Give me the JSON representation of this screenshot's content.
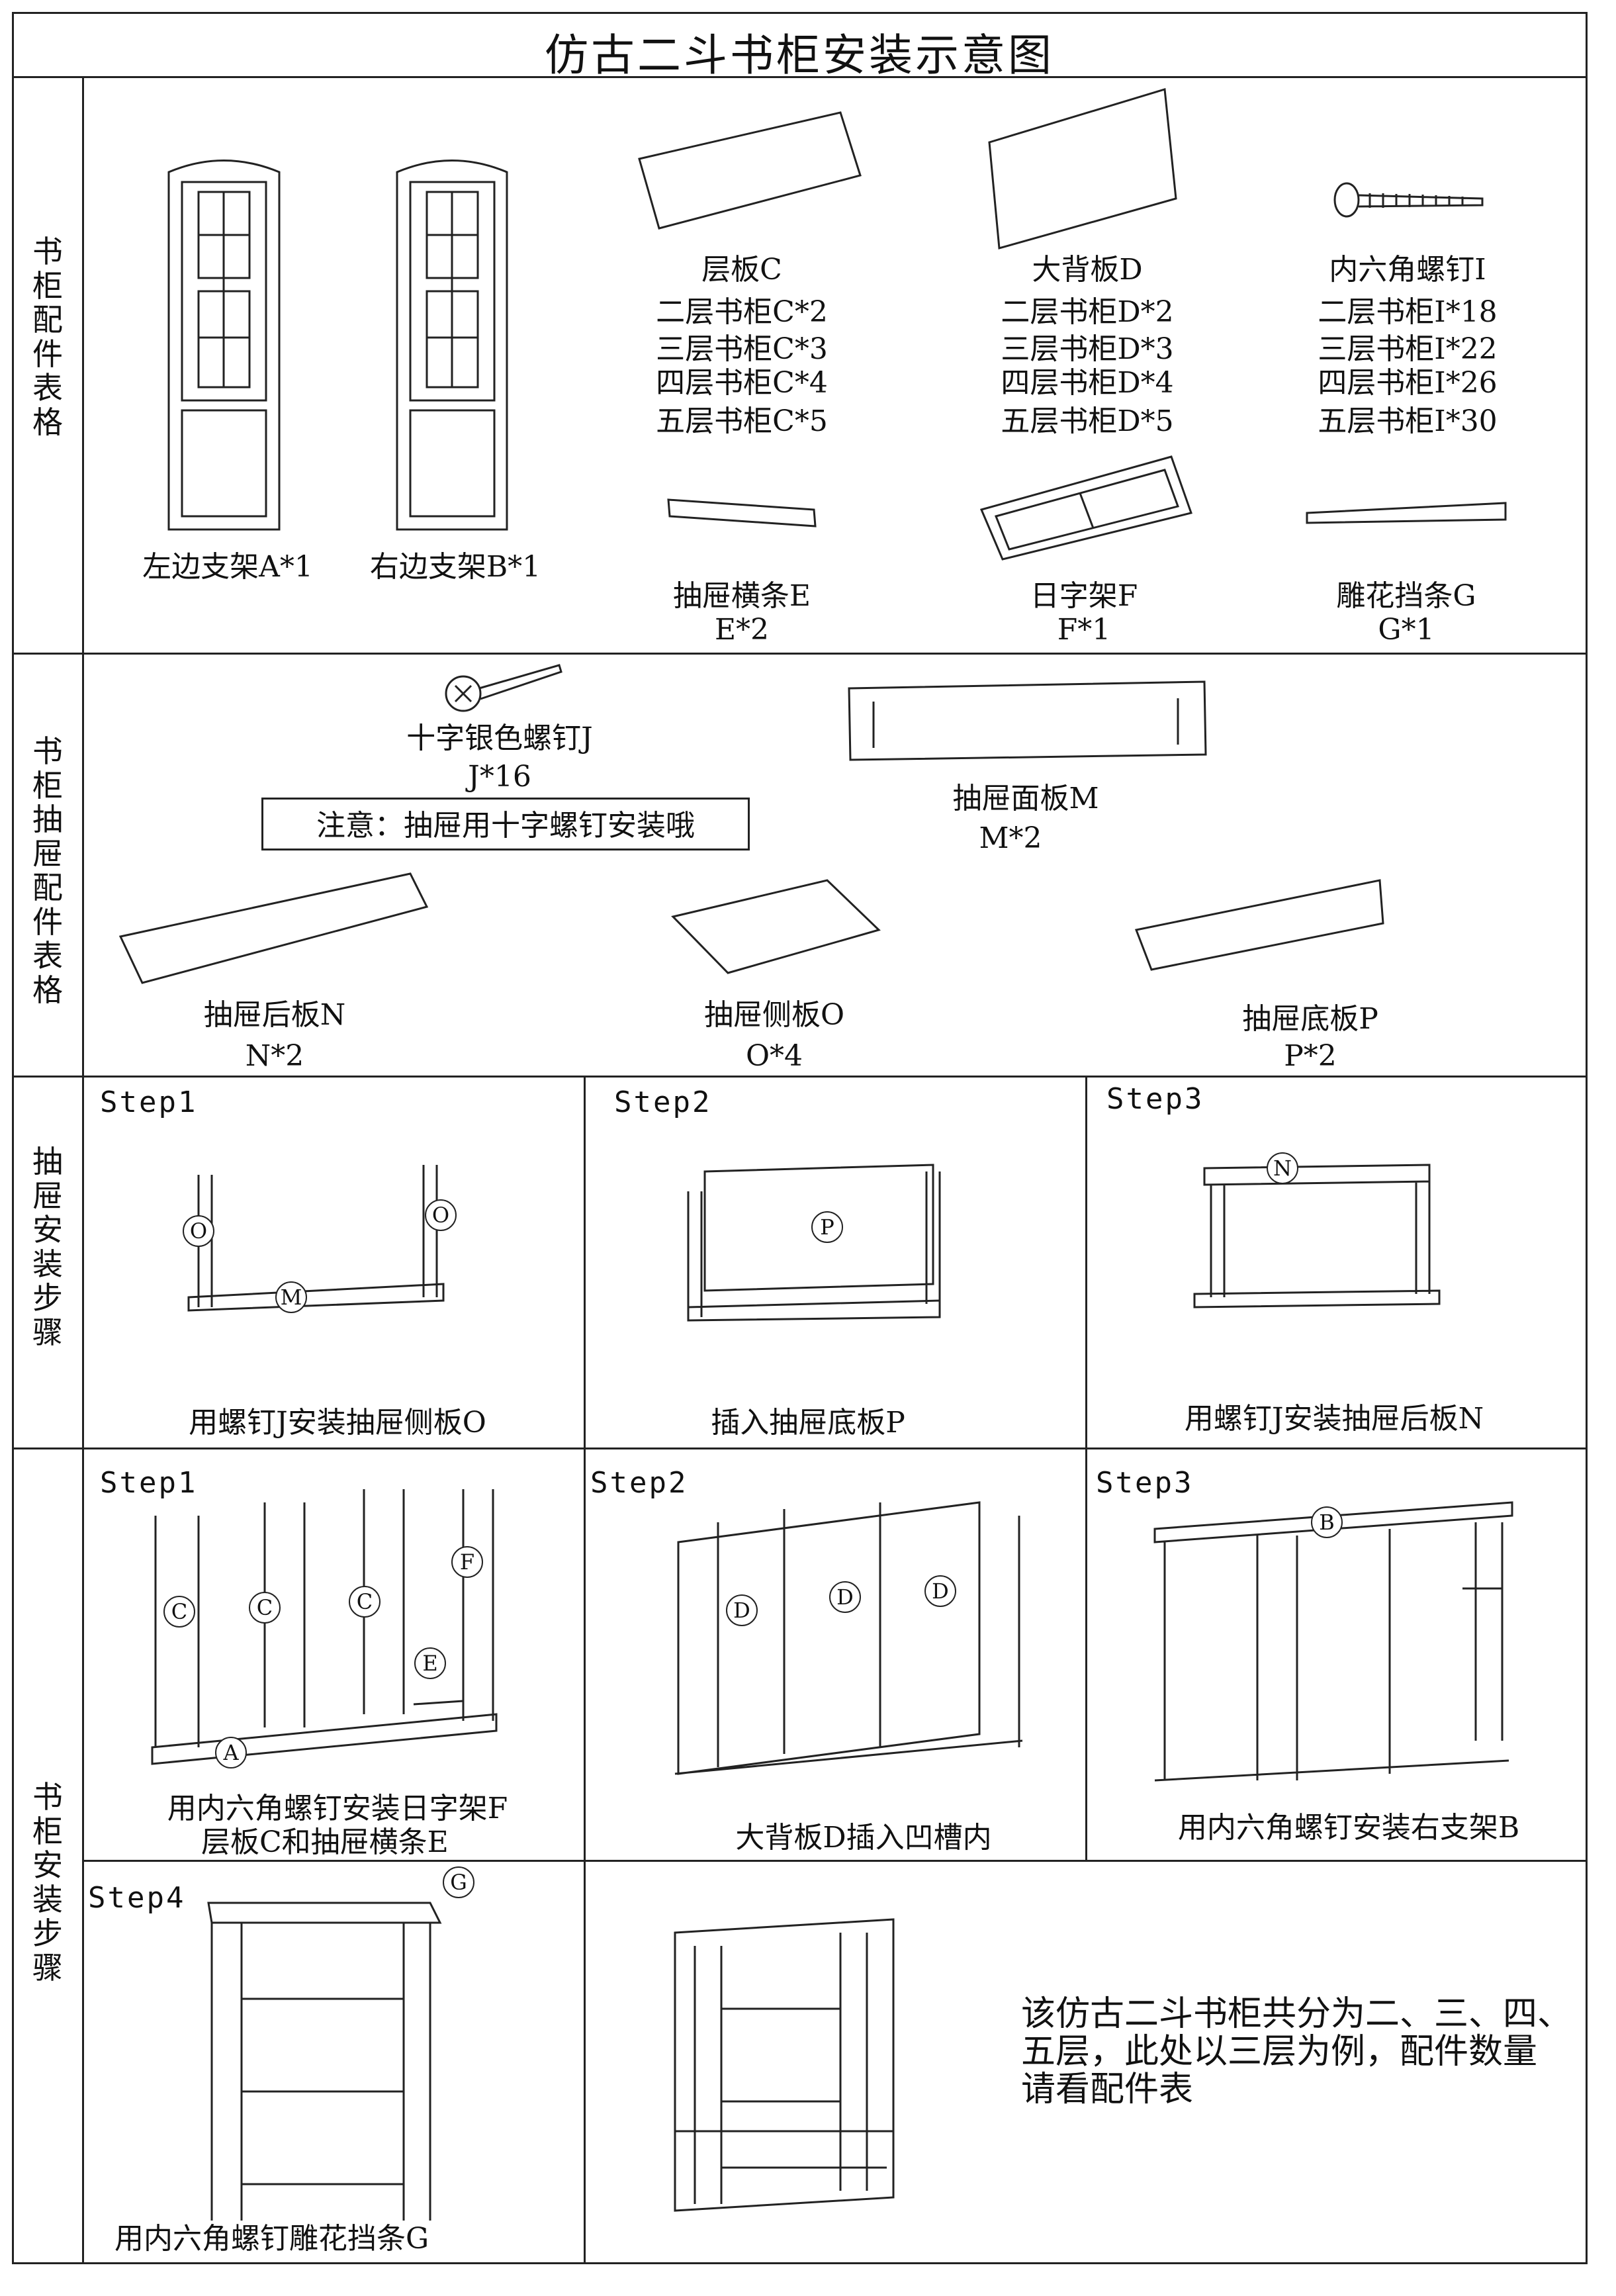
{
  "title": "仿古二斗书柜安装示意图",
  "sections": {
    "parts": "书柜配件表格",
    "drawer_parts": "书柜抽屉配件表格",
    "drawer_steps": "抽屉安装步骤",
    "cabinet_steps": "书柜安装步骤"
  },
  "parts": {
    "left_frame": "左边支架A*1",
    "right_frame": "右边支架B*1",
    "shelf": {
      "name": "层板C",
      "counts": [
        "二层书柜C*2",
        "三层书柜C*3",
        "四层书柜C*4",
        "五层书柜C*5"
      ]
    },
    "back": {
      "name": "大背板D",
      "counts": [
        "二层书柜D*2",
        "三层书柜D*3",
        "四层书柜D*4",
        "五层书柜D*5"
      ]
    },
    "hex_screw": {
      "name": "内六角螺钉I",
      "counts": [
        "二层书柜I*18",
        "三层书柜I*22",
        "四层书柜I*26",
        "五层书柜I*30"
      ]
    },
    "drawer_rail": {
      "name": "抽屉横条E",
      "qty": "E*2"
    },
    "frame_f": {
      "name": "日字架F",
      "qty": "F*1"
    },
    "carved_strip": {
      "name": "雕花挡条G",
      "qty": "G*1"
    }
  },
  "drawer_parts": {
    "cross_screw": {
      "name": "十字银色螺钉J",
      "qty": "J*16"
    },
    "note": "注意：抽屉用十字螺钉安装哦",
    "front_panel": {
      "name": "抽屉面板M",
      "qty": "M*2"
    },
    "back_panel": {
      "name": "抽屉后板N",
      "qty": "N*2"
    },
    "side_panel": {
      "name": "抽屉侧板O",
      "qty": "O*4"
    },
    "bottom_panel": {
      "name": "抽屉底板P",
      "qty": "P*2"
    }
  },
  "drawer_steps": [
    {
      "label": "Step1",
      "caption": "用螺钉J安装抽屉侧板O",
      "callouts": [
        "O",
        "O",
        "M"
      ]
    },
    {
      "label": "Step2",
      "caption": "插入抽屉底板P",
      "callouts": [
        "P"
      ]
    },
    {
      "label": "Step3",
      "caption": "用螺钉J安装抽屉后板N",
      "callouts": [
        "N"
      ]
    }
  ],
  "cabinet_steps": [
    {
      "label": "Step1",
      "caption": [
        "用内六角螺钉安装日字架F",
        "层板C和抽屉横条E"
      ],
      "callouts": [
        "C",
        "C",
        "C",
        "F",
        "E",
        "A"
      ]
    },
    {
      "label": "Step2",
      "caption": "大背板D插入凹槽内",
      "callouts": [
        "D",
        "D",
        "D"
      ]
    },
    {
      "label": "Step3",
      "caption": "用内六角螺钉安装右支架B",
      "callouts": [
        "B"
      ]
    },
    {
      "label": "Step4",
      "caption": "用内六角螺钉雕花挡条G",
      "callouts": [
        "G"
      ]
    }
  ],
  "description": [
    "该仿古二斗书柜共分为二、三、四、",
    "五层，此处以三层为例，配件数量",
    "请看配件表"
  ]
}
